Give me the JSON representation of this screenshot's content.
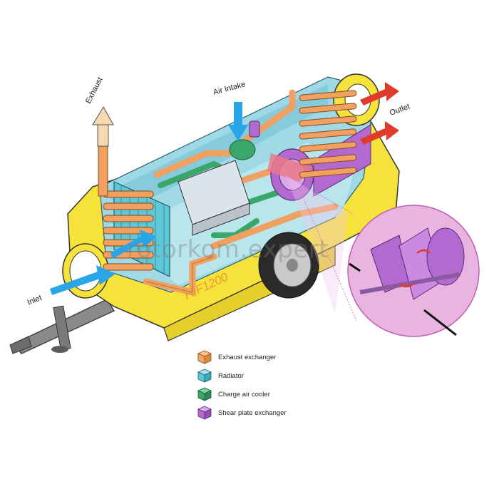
{
  "diagram": {
    "labels": {
      "exhaust": "Exhaust",
      "air_intake": "Air Intake",
      "outlet": "Outlet",
      "inlet": "Inlet",
      "model": "HIF1200"
    },
    "watermark": "rotorkom.expert",
    "legend": [
      {
        "label": "Exhaust exchanger",
        "color": "#f4a760"
      },
      {
        "label": "Radiator",
        "color": "#5fc8d8"
      },
      {
        "label": "Charge air cooler",
        "color": "#3aa66a"
      },
      {
        "label": "Shear plate exchanger",
        "color": "#b36ad0"
      }
    ],
    "colors": {
      "trailer_yellow": "#f5e23a",
      "enclosure_blue": "#9fd9e6",
      "pipe_orange": "#f0a060",
      "arrow_blue": "#2aa6e8",
      "arrow_red": "#e03a2a",
      "magnifier_pink": "#e8b4e0"
    }
  }
}
